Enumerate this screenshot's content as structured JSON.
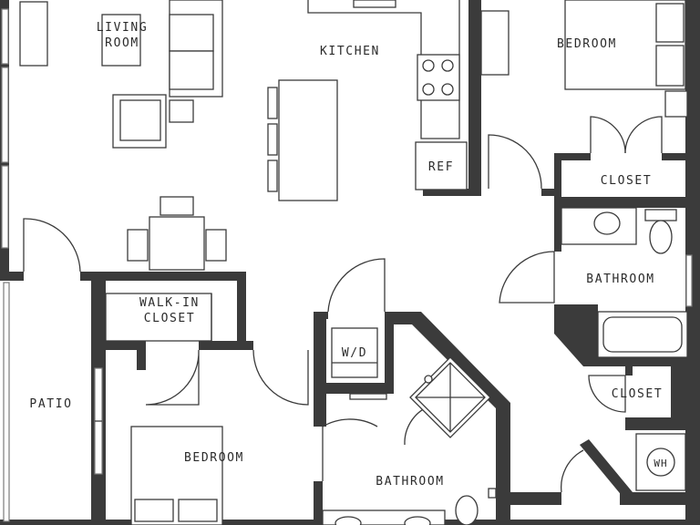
{
  "rooms": {
    "living_line1": "LIVING",
    "living_line2": "ROOM",
    "kitchen": "KITCHEN",
    "bedroom_1": "BEDROOM",
    "closet_1": "CLOSET",
    "bathroom_1": "BATHROOM",
    "walkin_line1": "WALK-IN",
    "walkin_line2": "CLOSET",
    "patio": "PATIO",
    "bedroom_2": "BEDROOM",
    "bathroom_2": "BATHROOM",
    "closet_2": "CLOSET"
  },
  "fixtures": {
    "ref": "REF",
    "washer_dryer": "W/D",
    "water_heater": "WH"
  },
  "colors": {
    "wall": "#3b3b3b",
    "background": "#ffffff"
  }
}
